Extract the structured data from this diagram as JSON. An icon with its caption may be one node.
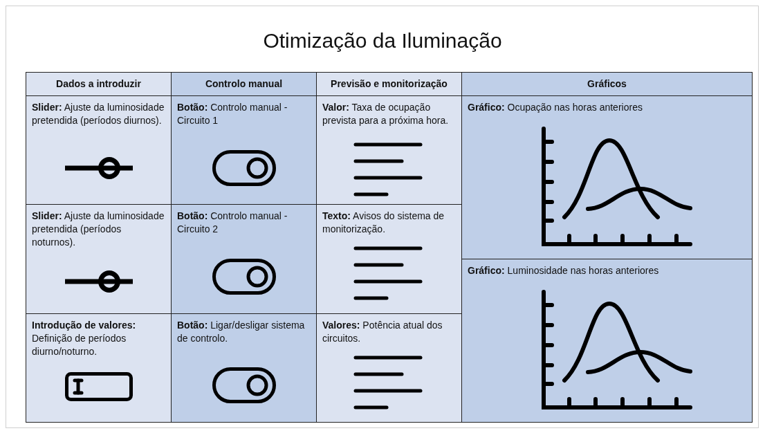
{
  "diagram": {
    "title": "Otimização da Iluminação",
    "labels": [
      "Dados a introduzir",
      "Controlo manual",
      "Previsão e monitorização",
      "Gráficos",
      "**Slider:** Ajuste da luminosidade pretendida (períodos diurnos).",
      "**Botão:** Controlo manual - Circuito 1",
      "**Valor:** Taxa de ocupação prevista para a próxima hora.",
      "**Gráfico:** Ocupação nas horas anteriores",
      "**Slider:** Ajuste da luminosidade pretendida (períodos noturnos).",
      "**Botão:** Controlo manual - Circuito 2",
      "**Texto:** Avisos do sistema de monitorização.",
      "**Gráfico:** Luminosidade nas horas anteriores",
      "**Introdução de valores:** Definição de períodos diurno/noturno.",
      "**Botão:** Ligar/desligar sistema de controlo.",
      "**Valores:** Potência atual dos circuitos."
    ]
  }
}
